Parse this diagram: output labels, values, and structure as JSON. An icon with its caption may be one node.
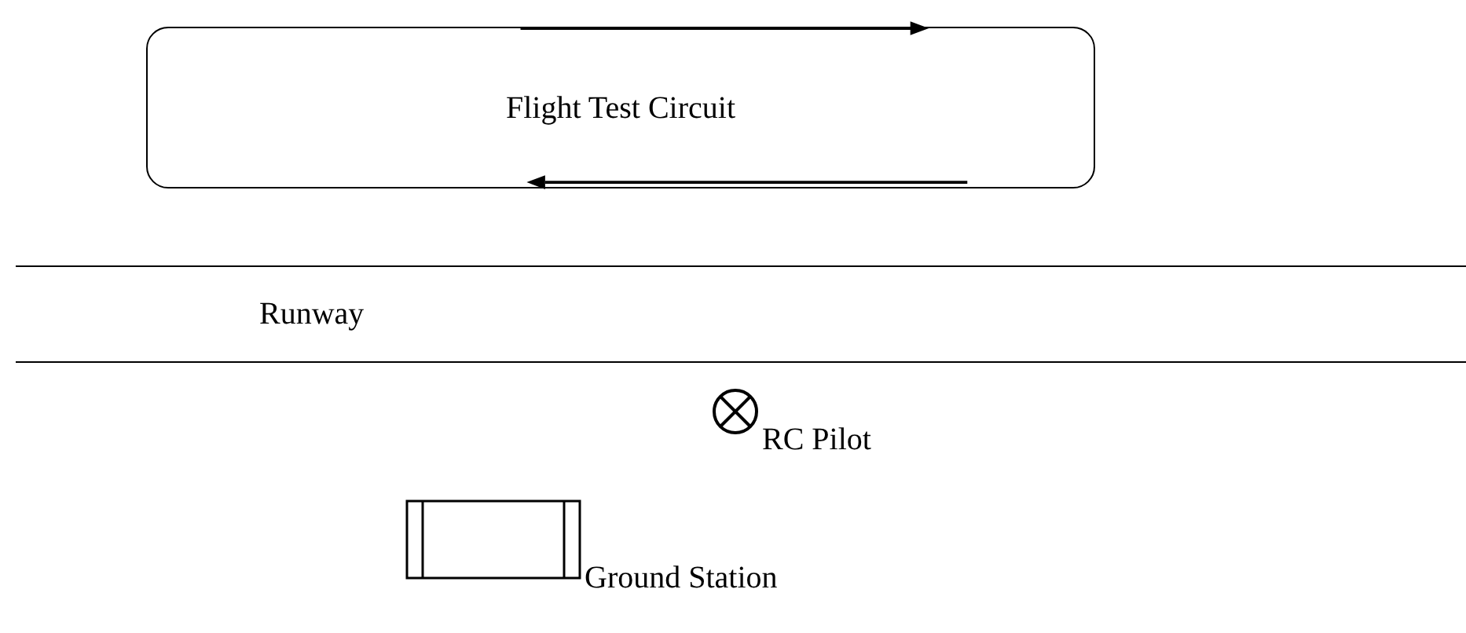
{
  "diagram": {
    "nodes": [
      {
        "text": [
          "Flight Test Circuit"
        ]
      },
      {
        "text": [
          "Runway"
        ]
      },
      {
        "text": [],
        "shape": "circle",
        "beside": [
          "RC Pilot"
        ]
      },
      {
        "text": [],
        "shape": "box",
        "beside": [
          "Ground Station"
        ]
      }
    ]
  }
}
